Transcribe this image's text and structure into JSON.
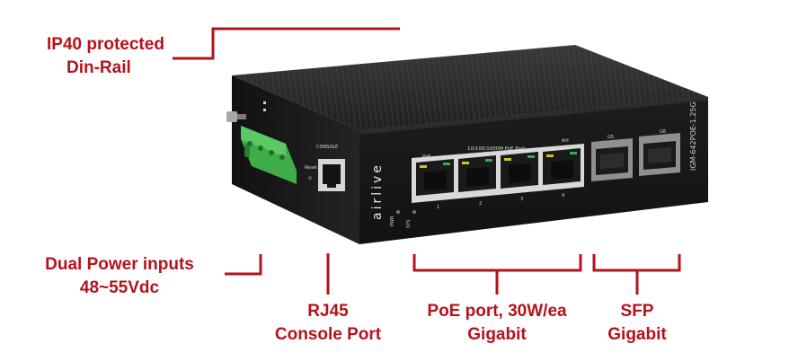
{
  "colors": {
    "callout_red": "#b5121b",
    "housing": "#1c1c1e",
    "terminal_green": "#3fae49"
  },
  "callouts": {
    "ip40": {
      "line1": "IP40 protected",
      "line2": "Din-Rail"
    },
    "power": {
      "line1": "Dual Power inputs",
      "line2": "48~55Vdc"
    },
    "console": {
      "line1": "RJ45",
      "line2": "Console Port"
    },
    "poe": {
      "line1": "PoE port, 30W/ea",
      "line2": "Gigabit"
    },
    "sfp": {
      "line1": "SFP",
      "line2": "Gigabit"
    }
  },
  "device": {
    "brand": "airlive",
    "model": "IGM-642POE-1.25G",
    "console_label": "CONSOLE",
    "reset_label": "Reset",
    "poe_header": "10/100/1000M PoE Port",
    "poe_label": "PoE",
    "act_label": "Act",
    "port_numbers": [
      "1",
      "2",
      "3",
      "4"
    ],
    "sfp_labels": [
      "G5",
      "G6"
    ],
    "pwr_led": "PWR",
    "sys_led": "SYS"
  }
}
